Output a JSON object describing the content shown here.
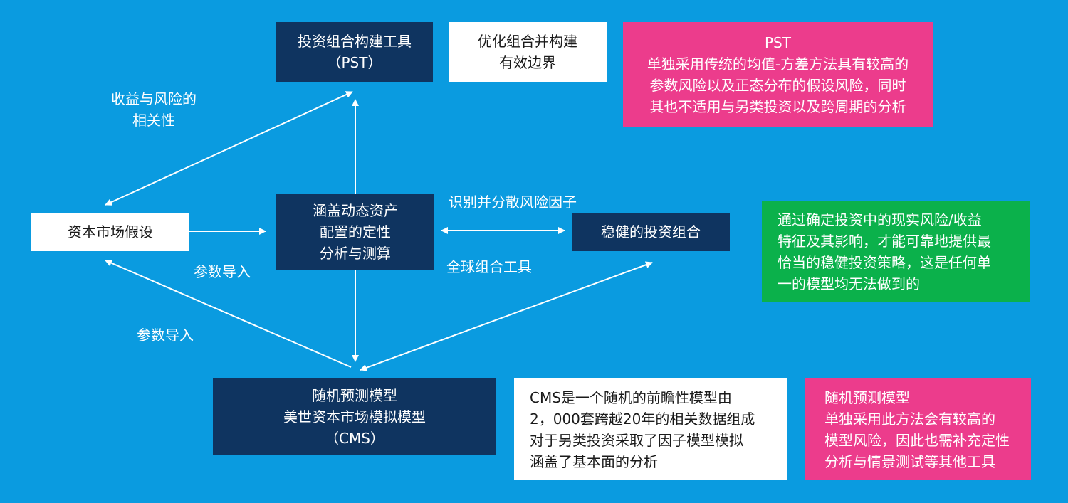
{
  "colors": {
    "background": "#0a9be0",
    "navy": "#0f3460",
    "pink": "#ec3c8c",
    "green": "#0bb14b",
    "white": "#ffffff"
  },
  "nodes": {
    "pst_tool": [
      "投资组合构建工具",
      "（PST）"
    ],
    "optimize": [
      "优化组合并构建",
      "有效边界"
    ],
    "pst_note": [
      "PST",
      "单独采用传统的均值-方差方法具有较高的",
      "参数风险以及正态分布的假设风险，同时",
      "其也不适用与另类投资以及跨周期的分析"
    ],
    "cma": [
      "资本市场假设"
    ],
    "qualitative": [
      "涵盖动态资产",
      "配置的定性",
      "分析与测算"
    ],
    "robust": [
      "稳健的投资组合"
    ],
    "robust_note": [
      "通过确定投资中的现实风险/收益",
      "特征及其影响，才能可靠地提供最",
      "恰当的稳健投资策略，这是任何单",
      "一的模型均无法做到的"
    ],
    "cms": [
      "随机预测模型",
      "美世资本市场模拟模型",
      "（CMS）"
    ],
    "cms_desc": [
      "CMS是一个随机的前瞻性模型由",
      "2，000套跨越20年的相关数据组成",
      "对于另类投资采取了因子模型模拟",
      "涵盖了基本面的分析"
    ],
    "cms_note": [
      "随机预测模型",
      "单独采用此方法会有较高的",
      "模型风险，因此也需补充定性",
      "分析与情景测试等其他工具"
    ]
  },
  "edge_labels": {
    "correlation": [
      "收益与风险的",
      "相关性"
    ],
    "identify": [
      "识别并分散风险因子"
    ],
    "global": [
      "全球组合工具"
    ],
    "param1": [
      "参数导入"
    ],
    "param2": [
      "参数导入"
    ]
  }
}
